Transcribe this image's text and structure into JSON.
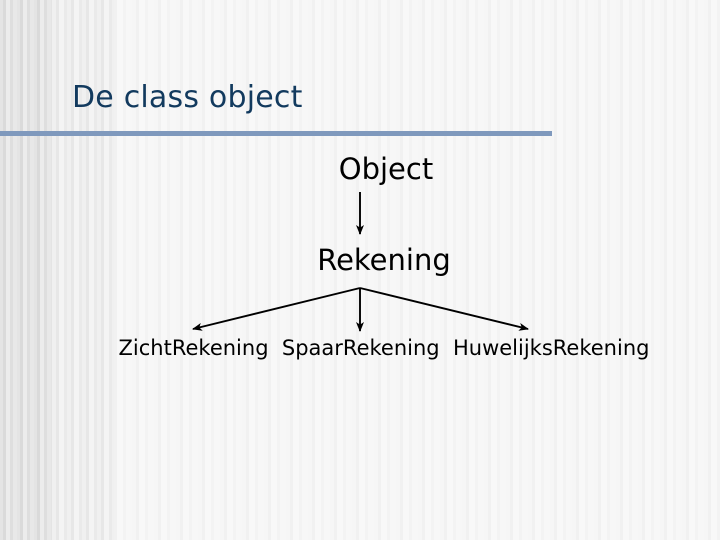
{
  "slide": {
    "title": "De class object",
    "title_color": "#123a5e",
    "rule_color": "#7f99bd",
    "background_color": "#f7f7f7",
    "text_color": "#000000"
  },
  "diagram": {
    "type": "tree",
    "orientation": "top-down",
    "arrow_color": "#000000",
    "nodes": [
      {
        "id": "object",
        "label": "Object",
        "level": 0
      },
      {
        "id": "rekening",
        "label": "Rekening",
        "level": 1
      },
      {
        "id": "zicht",
        "label": "ZichtRekening",
        "level": 2
      },
      {
        "id": "spaar",
        "label": "SpaarRekening",
        "level": 2
      },
      {
        "id": "huwelijks",
        "label": "HuwelijksRekening",
        "level": 2
      }
    ],
    "edges": [
      {
        "from": "object",
        "to": "rekening"
      },
      {
        "from": "rekening",
        "to": "zicht"
      },
      {
        "from": "rekening",
        "to": "spaar"
      },
      {
        "from": "rekening",
        "to": "huwelijks"
      }
    ],
    "leaf_row_text": "ZichtRekening  SpaarRekening  HuwelijksRekening",
    "leaf_separator": "  "
  }
}
